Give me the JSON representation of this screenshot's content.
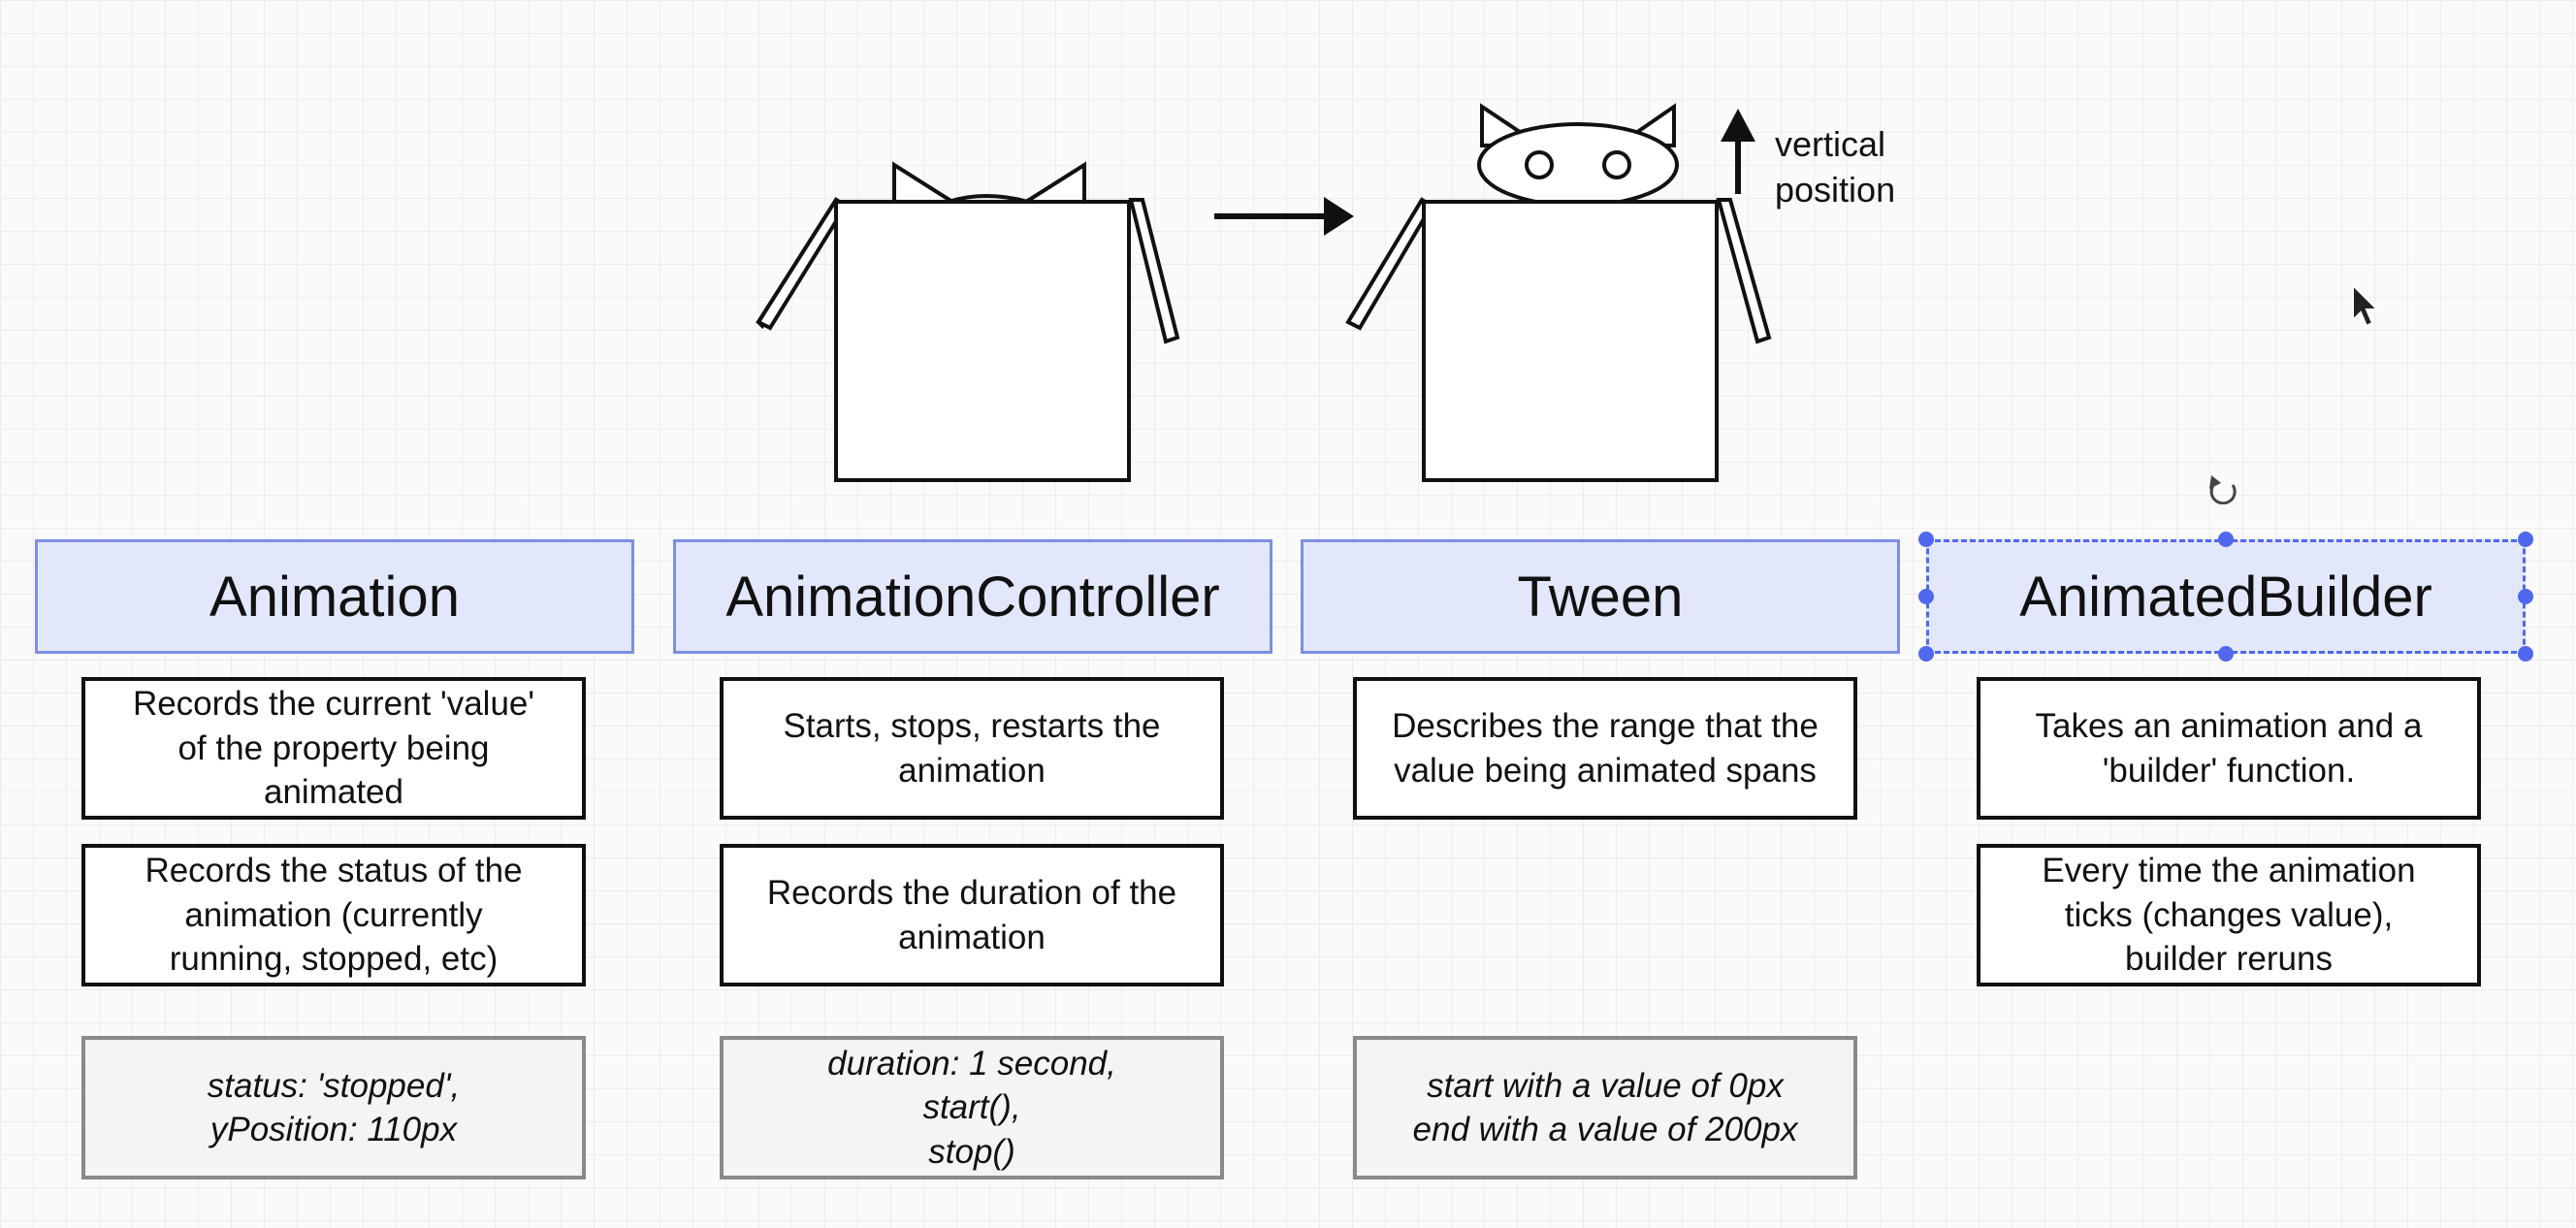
{
  "annotation": {
    "label": "vertical\nposition"
  },
  "columns": [
    {
      "title": "Animation",
      "boxes": [
        "Records the current 'value'\nof the property being\nanimated",
        "Records the status of the\nanimation (currently\nrunning, stopped, etc)"
      ],
      "example": "status: 'stopped',\nyPosition: 110px"
    },
    {
      "title": "AnimationController",
      "boxes": [
        "Starts, stops, restarts the\nanimation",
        "Records the duration of the\nanimation"
      ],
      "example": "duration: 1 second,\nstart(),\nstop()"
    },
    {
      "title": "Tween",
      "boxes": [
        "Describes the range that the\nvalue being animated spans"
      ],
      "example": "start with a value of 0px\nend with a value of 200px"
    },
    {
      "title": "AnimatedBuilder",
      "boxes": [
        "Takes an animation and a\n'builder' function.",
        "Every time the animation\nticks (changes value),\nbuilder reruns"
      ]
    }
  ],
  "colors": {
    "header_fill": "#e3e7fb",
    "header_border": "#7d8fe3",
    "selection": "#4f68ee",
    "example_fill": "#f4f3f6"
  }
}
